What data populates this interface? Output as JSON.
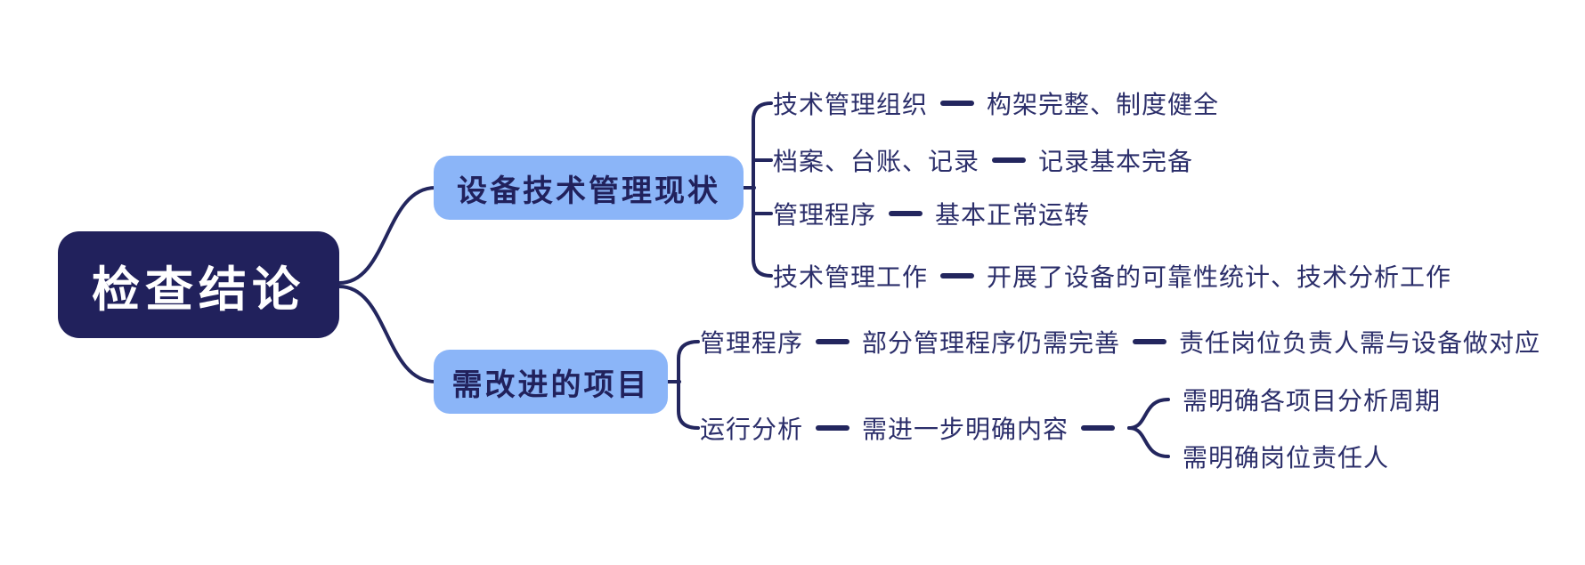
{
  "colors": {
    "navy": "#23265e",
    "root-fill": "#21215c",
    "root-text": "#ffffff",
    "branch-fill": "#8bb5f8",
    "branch-text": "#21215c",
    "leaf-text": "#2b2e6a",
    "background": "#ffffff"
  },
  "root": {
    "label": "检查结论"
  },
  "branches": [
    {
      "label": "设备技术管理现状",
      "children": [
        {
          "label": "技术管理组织",
          "value": "构架完整、制度健全"
        },
        {
          "label": "档案、台账、记录",
          "value": "记录基本完备"
        },
        {
          "label": "管理程序",
          "value": "基本正常运转"
        },
        {
          "label": "技术管理工作",
          "value": "开展了设备的可靠性统计、技术分析工作"
        }
      ]
    },
    {
      "label": "需改进的项目",
      "children": [
        {
          "label": "管理程序",
          "value": "部分管理程序仍需完善",
          "value2": "责任岗位负责人需与设备做对应"
        },
        {
          "label": "运行分析",
          "value": "需进一步明确内容",
          "subchildren": [
            "需明确各项目分析周期",
            "需明确岗位责任人"
          ]
        }
      ]
    }
  ]
}
